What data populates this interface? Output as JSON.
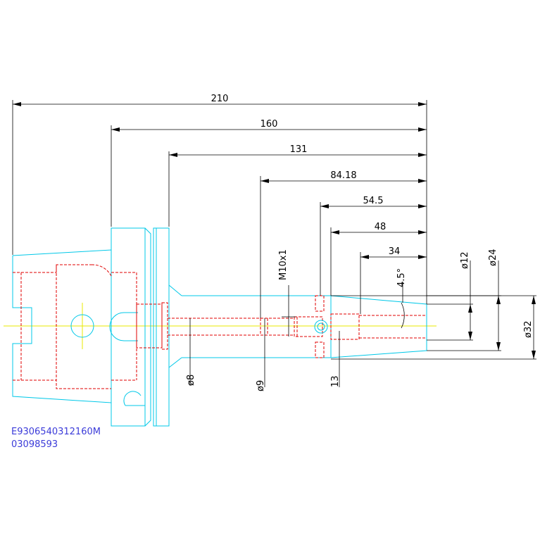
{
  "dimensions": {
    "d210": "210",
    "d160": "160",
    "d131": "131",
    "d84": "84.18",
    "d54": "54.5",
    "d48": "48",
    "d34": "34",
    "thread": "M10x1",
    "angle": "4.5°",
    "dia12": "ø12",
    "dia24": "ø24",
    "dia32": "ø32",
    "dia8": "ø8",
    "dia9": "ø9",
    "d13": "13"
  },
  "part": {
    "number": "E9306540312160M",
    "code": "03098593"
  },
  "colors": {
    "outline": "#00c8e8",
    "hidden": "#e00000",
    "centerline": "#e8e800",
    "dimension": "#000000",
    "text": "#3b3bd9"
  }
}
